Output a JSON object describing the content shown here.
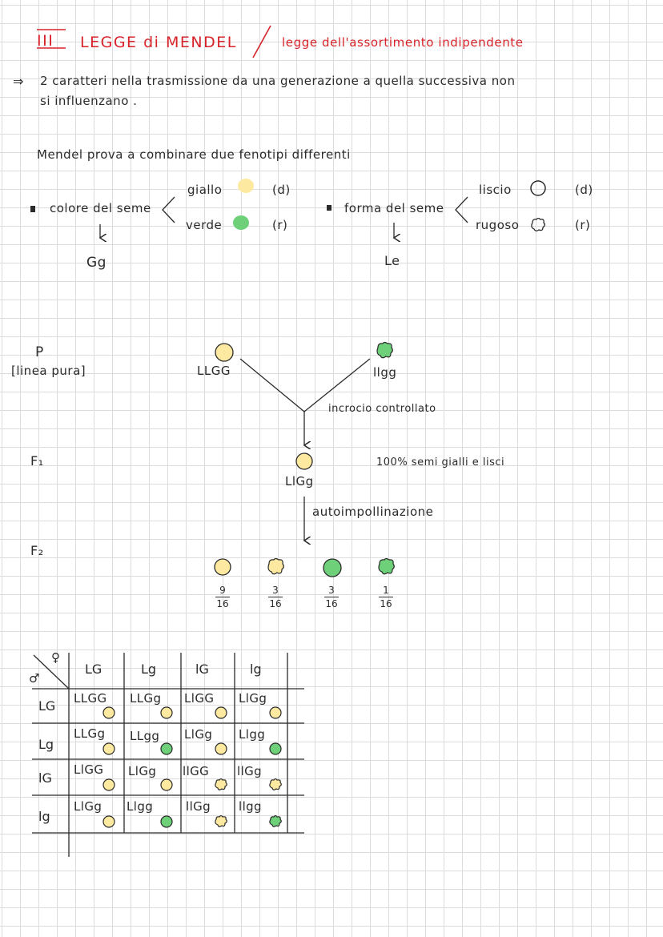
{
  "title": {
    "roman": "III",
    "main": "LEGGE di MENDEL",
    "sub": "legge dell'assortimento indipendente"
  },
  "intro": {
    "arrow": "⇒",
    "line1": "2 caratteri nella trasmissione da una generazione a quella successiva non",
    "line2": "si influenzano ."
  },
  "combine": "Mendel prova a combinare due fenotipi differenti",
  "traits": {
    "color": {
      "label": "colore del seme",
      "dominant": "giallo",
      "dominant_tag": "(d)",
      "recessive": "verde",
      "recessive_tag": "(r)",
      "genotype": "Gg"
    },
    "shape": {
      "label": "forma del seme",
      "dominant": "liscio",
      "dominant_tag": "(d)",
      "recessive": "rugoso",
      "recessive_tag": "(r)",
      "genotype": "Le"
    }
  },
  "generations": {
    "p": "P",
    "p_note": "[linea pura]",
    "f1": "F₁",
    "f2": "F₂"
  },
  "cross": {
    "parent1": "LLGG",
    "parent2": "llgg",
    "cross_label": "incrocio controllato",
    "f1_genotype": "LlGg",
    "f1_note": "100% semi gialli e lisci",
    "self_label": "autoimpollinazione"
  },
  "ratios": [
    {
      "num": "9",
      "den": "16",
      "seed": "yellow-round"
    },
    {
      "num": "3",
      "den": "16",
      "seed": "yellow-wrinkled"
    },
    {
      "num": "3",
      "den": "16",
      "seed": "green-round"
    },
    {
      "num": "1",
      "den": "16",
      "seed": "green-wrinkled"
    }
  ],
  "punnett": {
    "female": "♀",
    "male": "♂",
    "cols": [
      "LG",
      "Lg",
      "lG",
      "lg"
    ],
    "rows": [
      "LG",
      "Lg",
      "lG",
      "lg"
    ],
    "cells": [
      [
        {
          "g": "LLGG",
          "s": "yellow-round"
        },
        {
          "g": "LLGg",
          "s": "yellow-round"
        },
        {
          "g": "LlGG",
          "s": "yellow-round"
        },
        {
          "g": "LlGg",
          "s": "yellow-round"
        }
      ],
      [
        {
          "g": "LLGg",
          "s": "yellow-round"
        },
        {
          "g": "LLgg",
          "s": "green-round"
        },
        {
          "g": "LlGg",
          "s": "yellow-round"
        },
        {
          "g": "Llgg",
          "s": "green-round"
        }
      ],
      [
        {
          "g": "LlGG",
          "s": "yellow-round"
        },
        {
          "g": "LlGg",
          "s": "yellow-round"
        },
        {
          "g": "llGG",
          "s": "yellow-wrinkled"
        },
        {
          "g": "llGg",
          "s": "yellow-wrinkled"
        }
      ],
      [
        {
          "g": "LlGg",
          "s": "yellow-round"
        },
        {
          "g": "Llgg",
          "s": "green-round"
        },
        {
          "g": "llGg",
          "s": "yellow-wrinkled"
        },
        {
          "g": "llgg",
          "s": "green-wrinkled"
        }
      ]
    ]
  },
  "colors": {
    "title_red": "#d9232b",
    "yellow": "#fdeaa0",
    "green": "#6fd07a",
    "ink": "#2b2b2b"
  }
}
